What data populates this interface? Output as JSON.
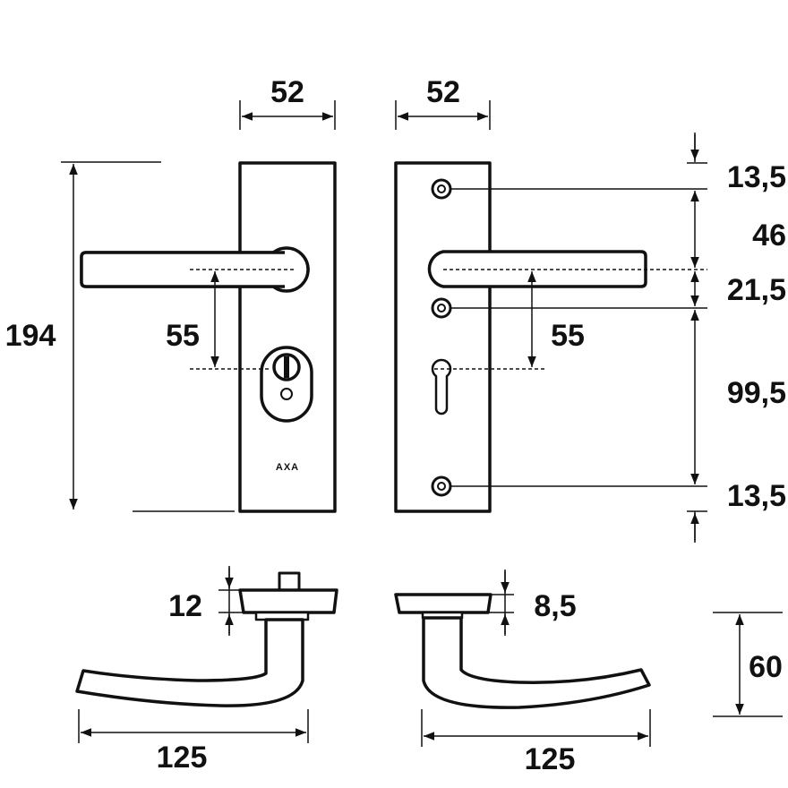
{
  "brand_mark": "AXA",
  "dimensions": {
    "left_plate_width": "52",
    "right_plate_width": "52",
    "total_height": "194",
    "left_handle_to_cylinder": "55",
    "right_handle_to_cylinder": "55",
    "top_screw_offset": "13,5",
    "screw_to_handle": "46",
    "handle_to_screw": "21,5",
    "screw_to_screw": "99,5",
    "bottom_screw_offset": "13,5",
    "left_rose_thickness": "12",
    "right_rose_thickness": "8,5",
    "handle_projection": "60",
    "left_handle_length": "125",
    "right_handle_length": "125"
  },
  "colors": {
    "line": "#111111",
    "background": "#ffffff"
  }
}
